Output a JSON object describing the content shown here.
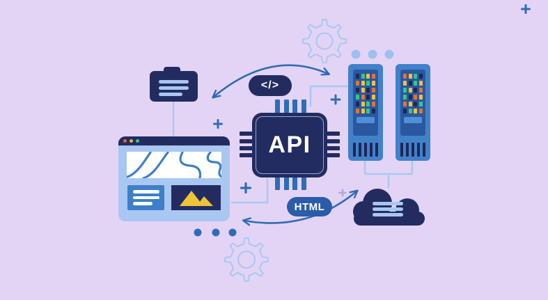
{
  "illustration_title": "API concept illustration",
  "api_chip": {
    "label": "API"
  },
  "code_badge": {
    "label": "</>"
  },
  "html_badge": {
    "label": "HTML"
  },
  "browser": {
    "traffic_lights": [
      "#e2622f",
      "#f0b429",
      "#2ecc8f"
    ],
    "text_lines": [
      38,
      38,
      28
    ]
  },
  "folder": {
    "text_lines": [
      43,
      43,
      34
    ]
  },
  "cloud": {
    "text_lines": [
      44,
      44,
      44
    ]
  },
  "servers": {
    "led_colors": {
      "n": "#1d2757",
      "g": "#2fc98c",
      "y": "#efc23e",
      "o": "#e8722c"
    },
    "units": [
      {
        "grid": [
          [
            "n",
            "g",
            "y",
            "o"
          ],
          [
            "o",
            "y",
            "g",
            "y"
          ],
          [
            "n",
            "y",
            "n",
            "o"
          ],
          [
            "g",
            "o",
            "n",
            "y"
          ],
          [
            "n",
            "y",
            "g",
            "o"
          ],
          [
            "o",
            "y",
            "g",
            "n"
          ]
        ]
      },
      {
        "grid": [
          [
            "o",
            "y",
            "g",
            "n"
          ],
          [
            "y",
            "n",
            "g",
            "y"
          ],
          [
            "g",
            "y",
            "n",
            "o"
          ],
          [
            "g",
            "n",
            "o",
            "y"
          ],
          [
            "o",
            "y",
            "n",
            "g"
          ],
          [
            "n",
            "g",
            "y",
            "o"
          ]
        ]
      }
    ]
  },
  "palette": {
    "background": "#e3d4f6",
    "navy": "#232c61",
    "accent_blue": "#2e6cb8",
    "light_blue": "#a9c7f1",
    "server_blue": "#4181ca",
    "server_panel_blue": "#2b579e",
    "html_badge_blue": "#2b5caa",
    "mountain_yellow": "#eec339",
    "wave_blue": "#3d7fc9",
    "plus_lavender": "#b2a4e4",
    "dot_light_blue": "#9cc0f0"
  }
}
